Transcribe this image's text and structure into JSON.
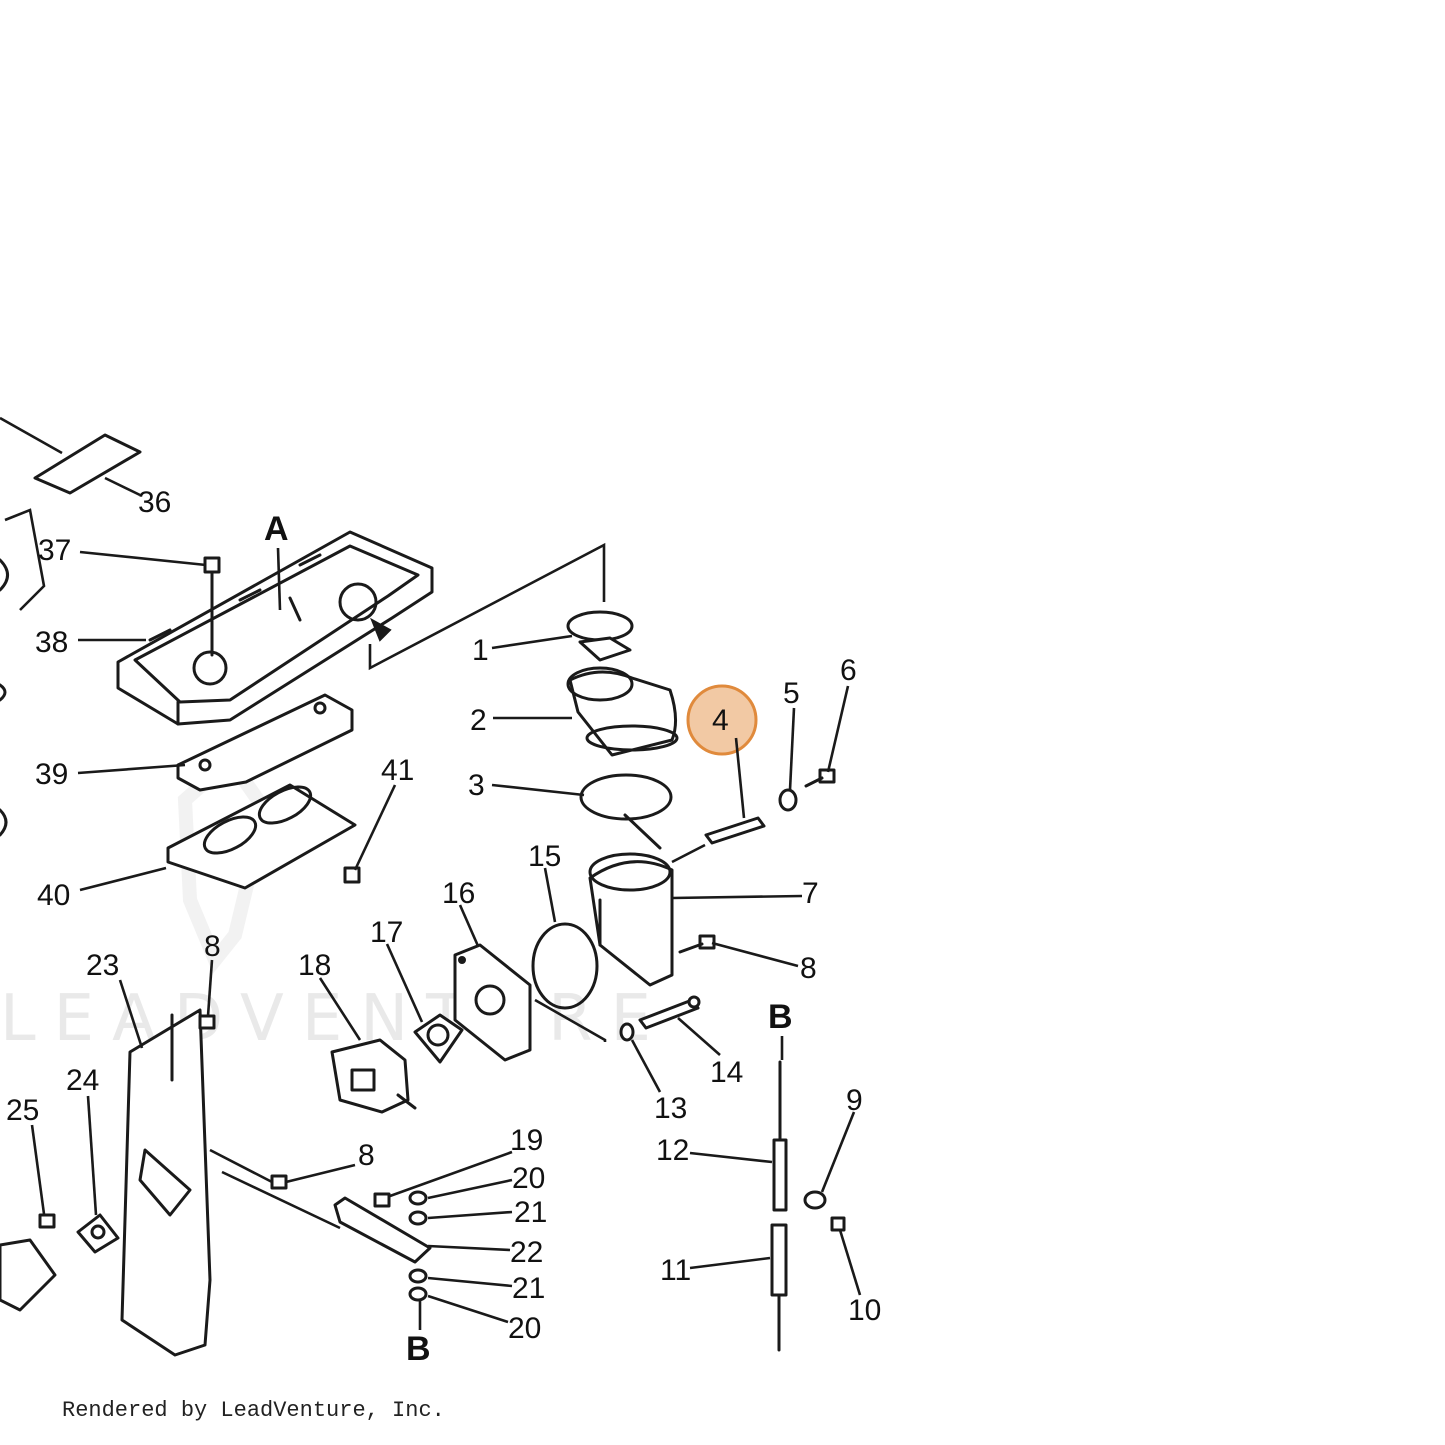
{
  "callouts": {
    "c1": "1",
    "c2": "2",
    "c3": "3",
    "c4": "4",
    "c5": "5",
    "c6": "6",
    "c7": "7",
    "c8a": "8",
    "c8b": "8",
    "c8c": "8",
    "c9": "9",
    "c10": "10",
    "c11": "11",
    "c12": "12",
    "c13": "13",
    "c14": "14",
    "c15": "15",
    "c16": "16",
    "c17": "17",
    "c18": "18",
    "c19": "19",
    "c20a": "20",
    "c20b": "20",
    "c21a": "21",
    "c21b": "21",
    "c22": "22",
    "c23": "23",
    "c24": "24",
    "c25": "25",
    "c36": "36",
    "c37": "37",
    "c38": "38",
    "c39": "39",
    "c40": "40",
    "c41": "41"
  },
  "sections": {
    "a": "A",
    "b_top": "B",
    "b_bottom": "B"
  },
  "highlight": {
    "part": "4",
    "color": "#f2c9a4",
    "border": "#e08a3c"
  },
  "watermark": "LEADVENTURE",
  "footer": "Rendered by LeadVenture, Inc."
}
